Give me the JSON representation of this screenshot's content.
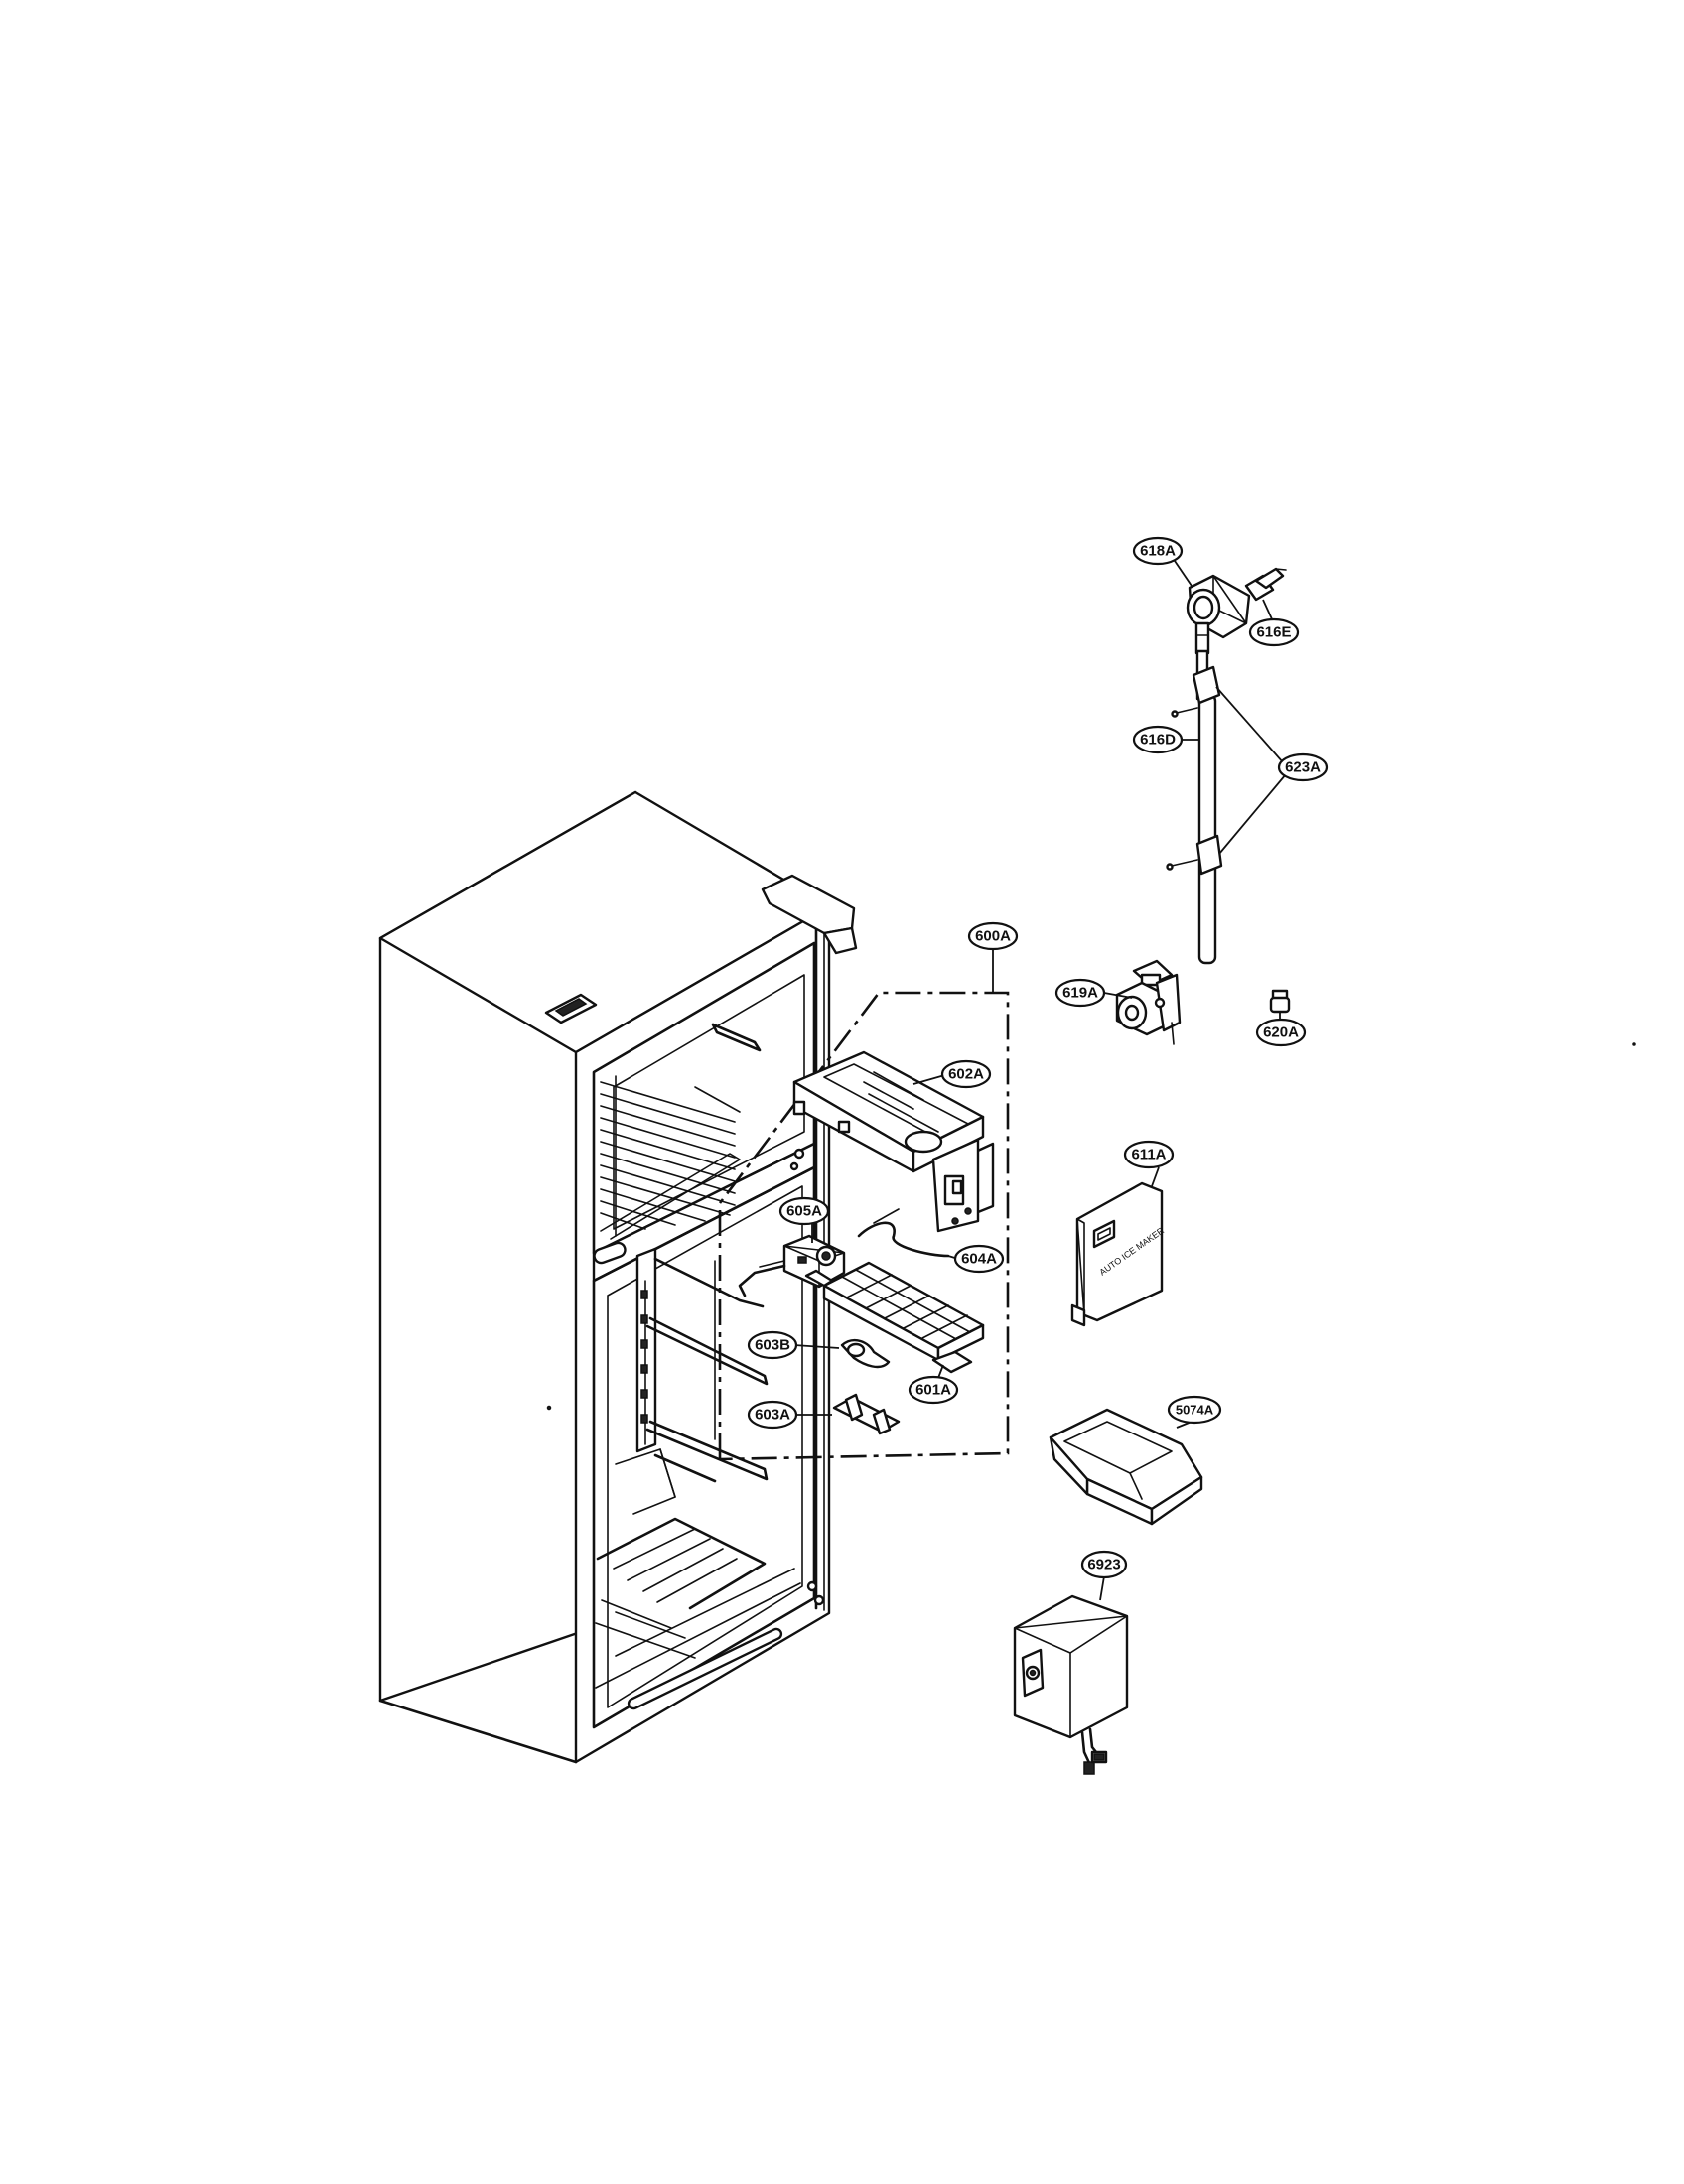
{
  "labels": {
    "618A": "618A",
    "616E": "616E",
    "616D": "616D",
    "623A": "623A",
    "600A": "600A",
    "619A": "619A",
    "620A": "620A",
    "602A": "602A",
    "611A": "611A",
    "605A": "605A",
    "604A": "604A",
    "603B": "603B",
    "601A": "601A",
    "603A": "603A",
    "5074A": "5074A",
    "6923": "6923"
  },
  "colors": {
    "line": "#111111",
    "background": "#ffffff"
  },
  "icons": [
    "refrigerator-cabinet",
    "ice-maker-assembly",
    "water-tube",
    "water-valve",
    "dispenser-cover",
    "ice-bin",
    "control-box"
  ]
}
